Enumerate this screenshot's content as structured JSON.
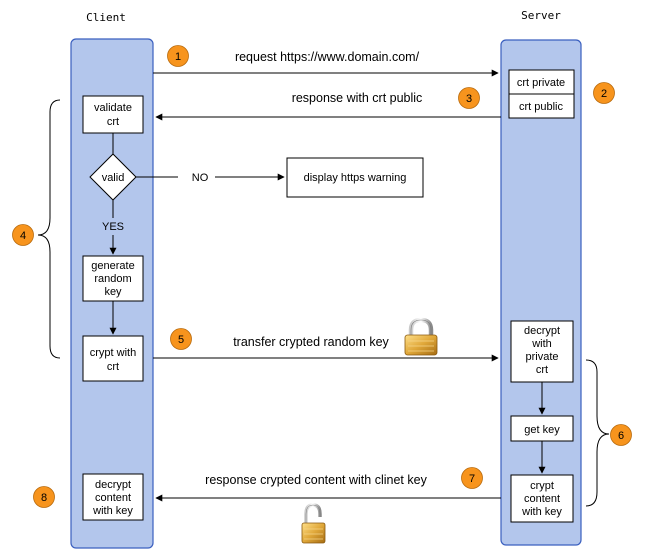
{
  "lanes": {
    "client_label": "Client",
    "server_label": "Server"
  },
  "client": {
    "validate_line1": "validate",
    "validate_line2": "crt",
    "decision_label": "valid",
    "yes_label": "YES",
    "no_label": "NO",
    "generate_line1": "generate",
    "generate_line2": "random",
    "generate_line3": "key",
    "crypt_line1": "crypt with",
    "crypt_line2": "crt",
    "decrypt_line1": "decrypt",
    "decrypt_line2": "content",
    "decrypt_line3": "with key"
  },
  "warning": {
    "label": "display https warning"
  },
  "server": {
    "crt_private": "crt private",
    "crt_public": "crt public",
    "decrypt_line1": "decrypt",
    "decrypt_line2": "with",
    "decrypt_line3": "private",
    "decrypt_line4": "crt",
    "get_key": "get key",
    "crypt_line1": "crypt",
    "crypt_line2": "content",
    "crypt_line3": "with key"
  },
  "messages": {
    "m1": "request https://www.domain.com/",
    "m3": "response with crt public",
    "m5": "transfer crypted random key",
    "m7": "response crypted content with clinet key"
  },
  "steps": {
    "s1": "1",
    "s2": "2",
    "s3": "3",
    "s4": "4",
    "s5": "5",
    "s6": "6",
    "s7": "7",
    "s8": "8"
  },
  "colors": {
    "lane_fill": "#b3c6ec",
    "lane_stroke": "#3a5fbf",
    "step_badge": "#f7941d",
    "lock_body": "#e0a83a",
    "line": "#000000"
  },
  "icons": {
    "lock_top": "padlock-locked-icon",
    "lock_bottom": "padlock-unlocked-icon"
  }
}
